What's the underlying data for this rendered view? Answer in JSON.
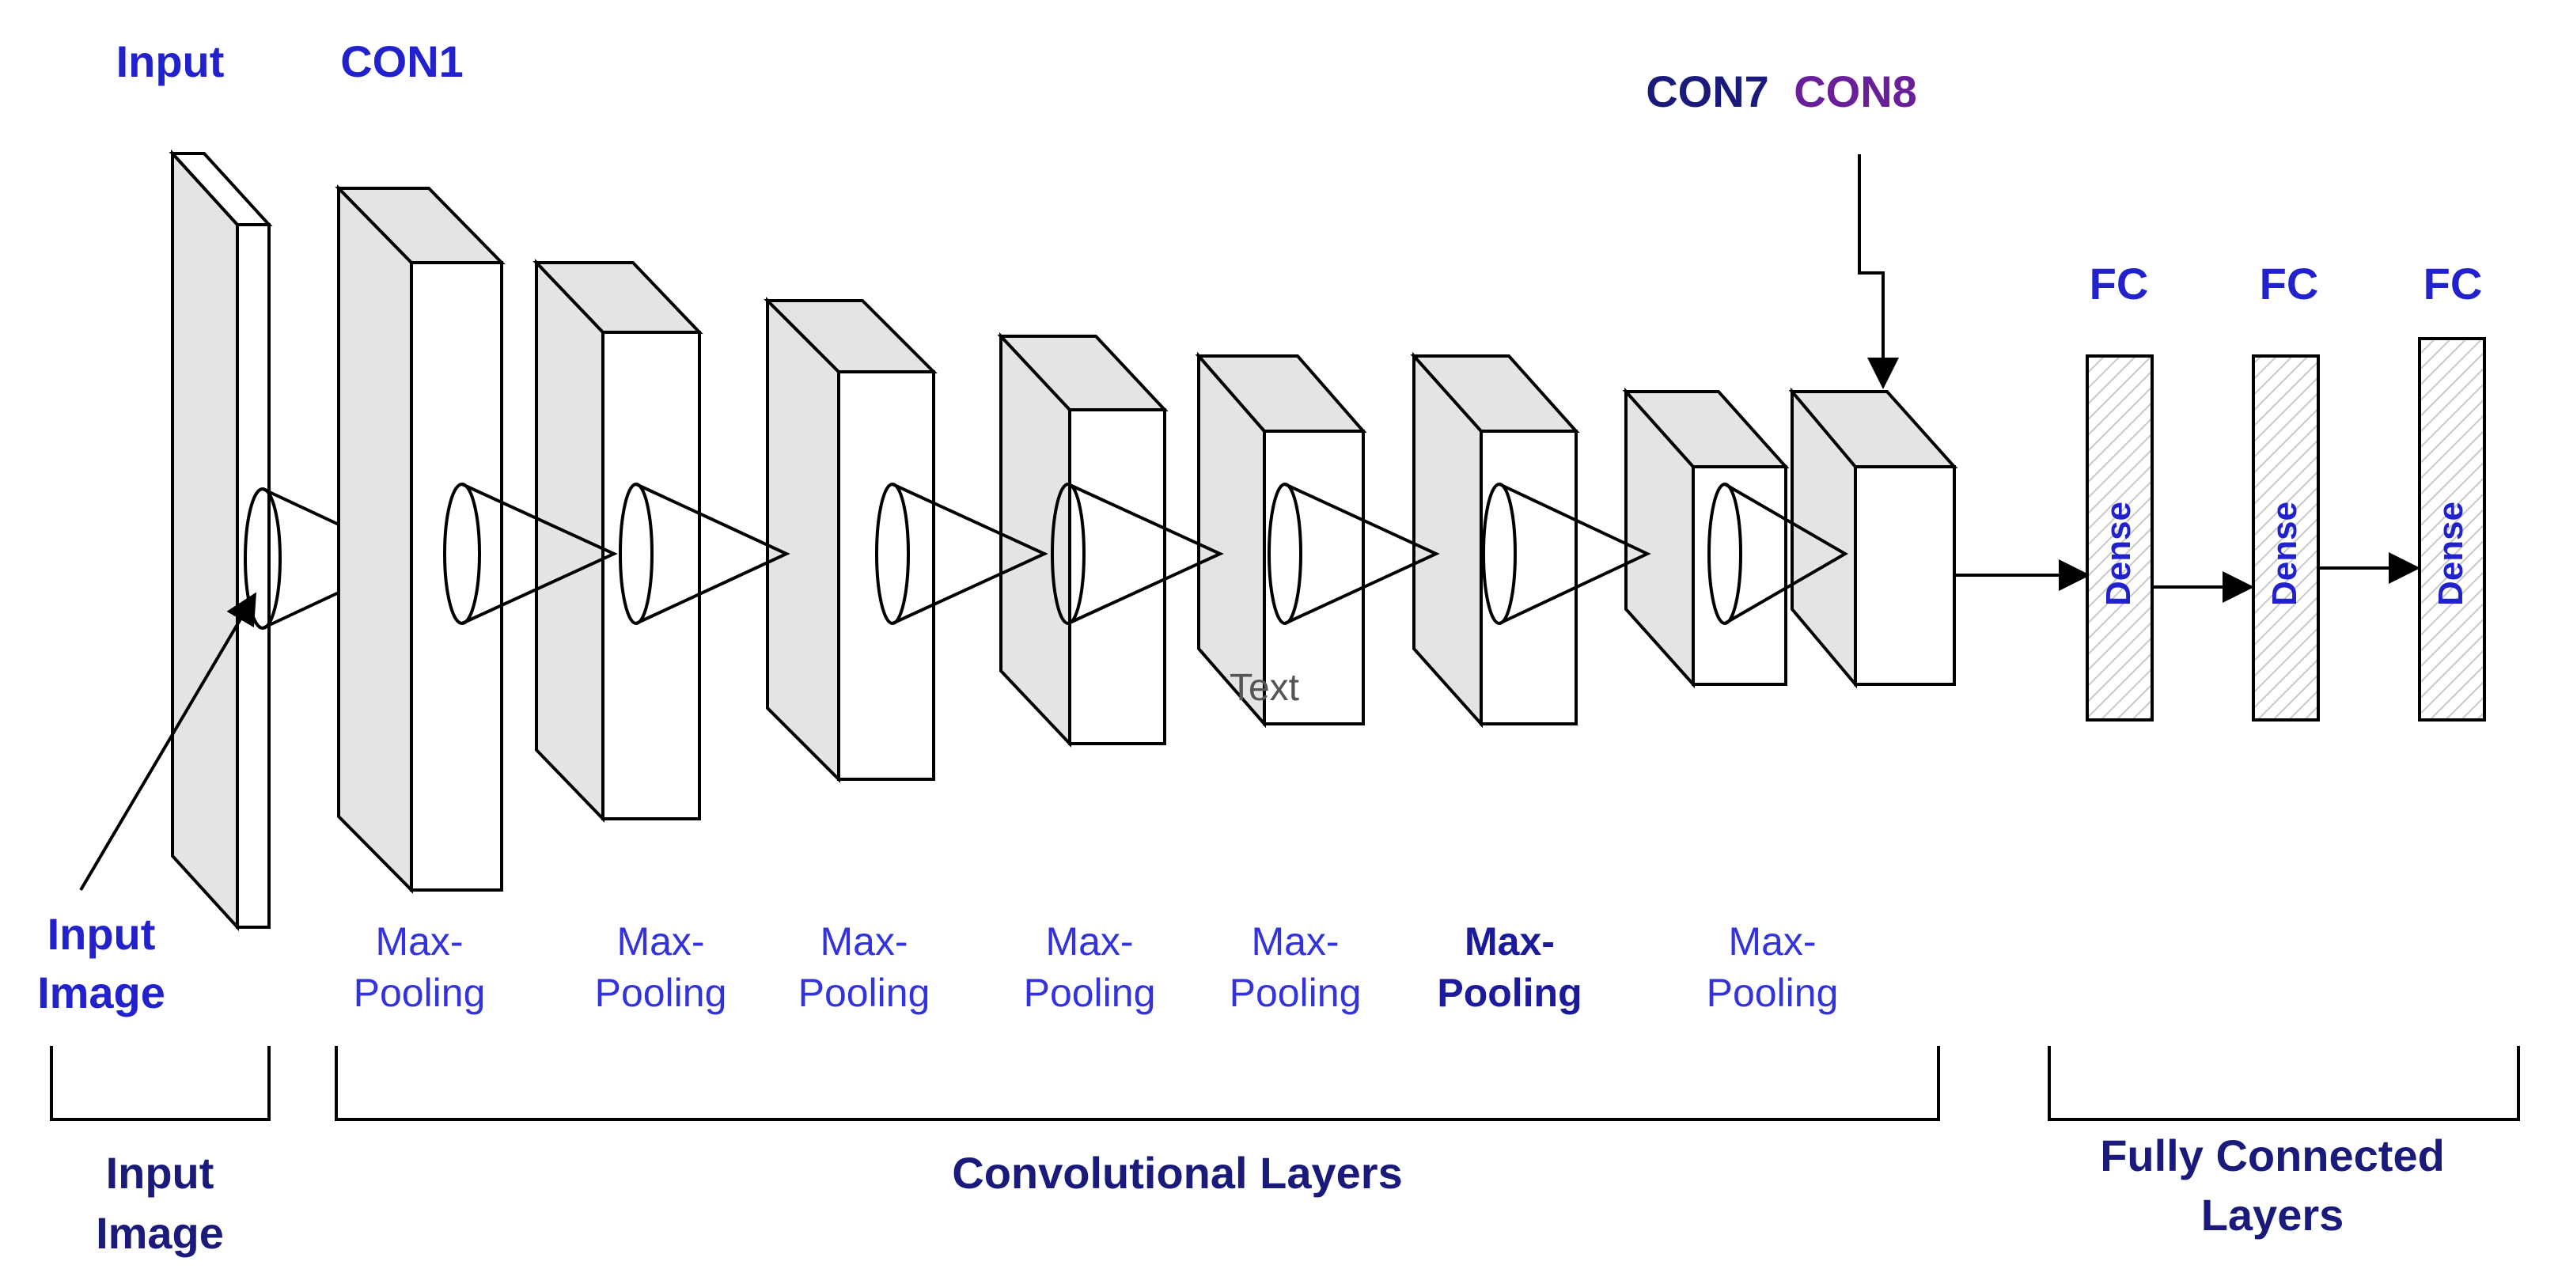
{
  "labels": {
    "input": "Input",
    "con1": "CON1",
    "con7": "CON7",
    "con8": "CON8",
    "input_image_arrow": [
      "Input",
      "Image"
    ],
    "stray_text": "Text"
  },
  "pooling": [
    {
      "line1": "Max-",
      "line2": "Pooling",
      "bold": false
    },
    {
      "line1": "Max-",
      "line2": "Pooling",
      "bold": false
    },
    {
      "line1": "Max-",
      "line2": "Pooling",
      "bold": false
    },
    {
      "line1": "Max-",
      "line2": "Pooling",
      "bold": false
    },
    {
      "line1": "Max-",
      "line2": "Pooling",
      "bold": false
    },
    {
      "line1": "Max-",
      "line2": "Pooling",
      "bold": true
    },
    {
      "line1": "Max-",
      "line2": "Pooling",
      "bold": false
    }
  ],
  "dense": [
    {
      "header": "FC",
      "label": "Dense"
    },
    {
      "header": "FC",
      "label": "Dense"
    },
    {
      "header": "FC",
      "label": "Dense"
    }
  ],
  "groups": {
    "input_image": [
      "Input",
      "Image"
    ],
    "convolutional": "Convolutional Layers",
    "fully_connected": [
      "Fully Connected",
      "Layers"
    ]
  },
  "colors": {
    "label_blue": "#2222cc",
    "con8_purple": "#6a1f9a",
    "pooling_blue": "#3333dd",
    "dark_navy": "#1a1a7a",
    "face_gray": "#e4e4e4",
    "line": "#000000"
  }
}
